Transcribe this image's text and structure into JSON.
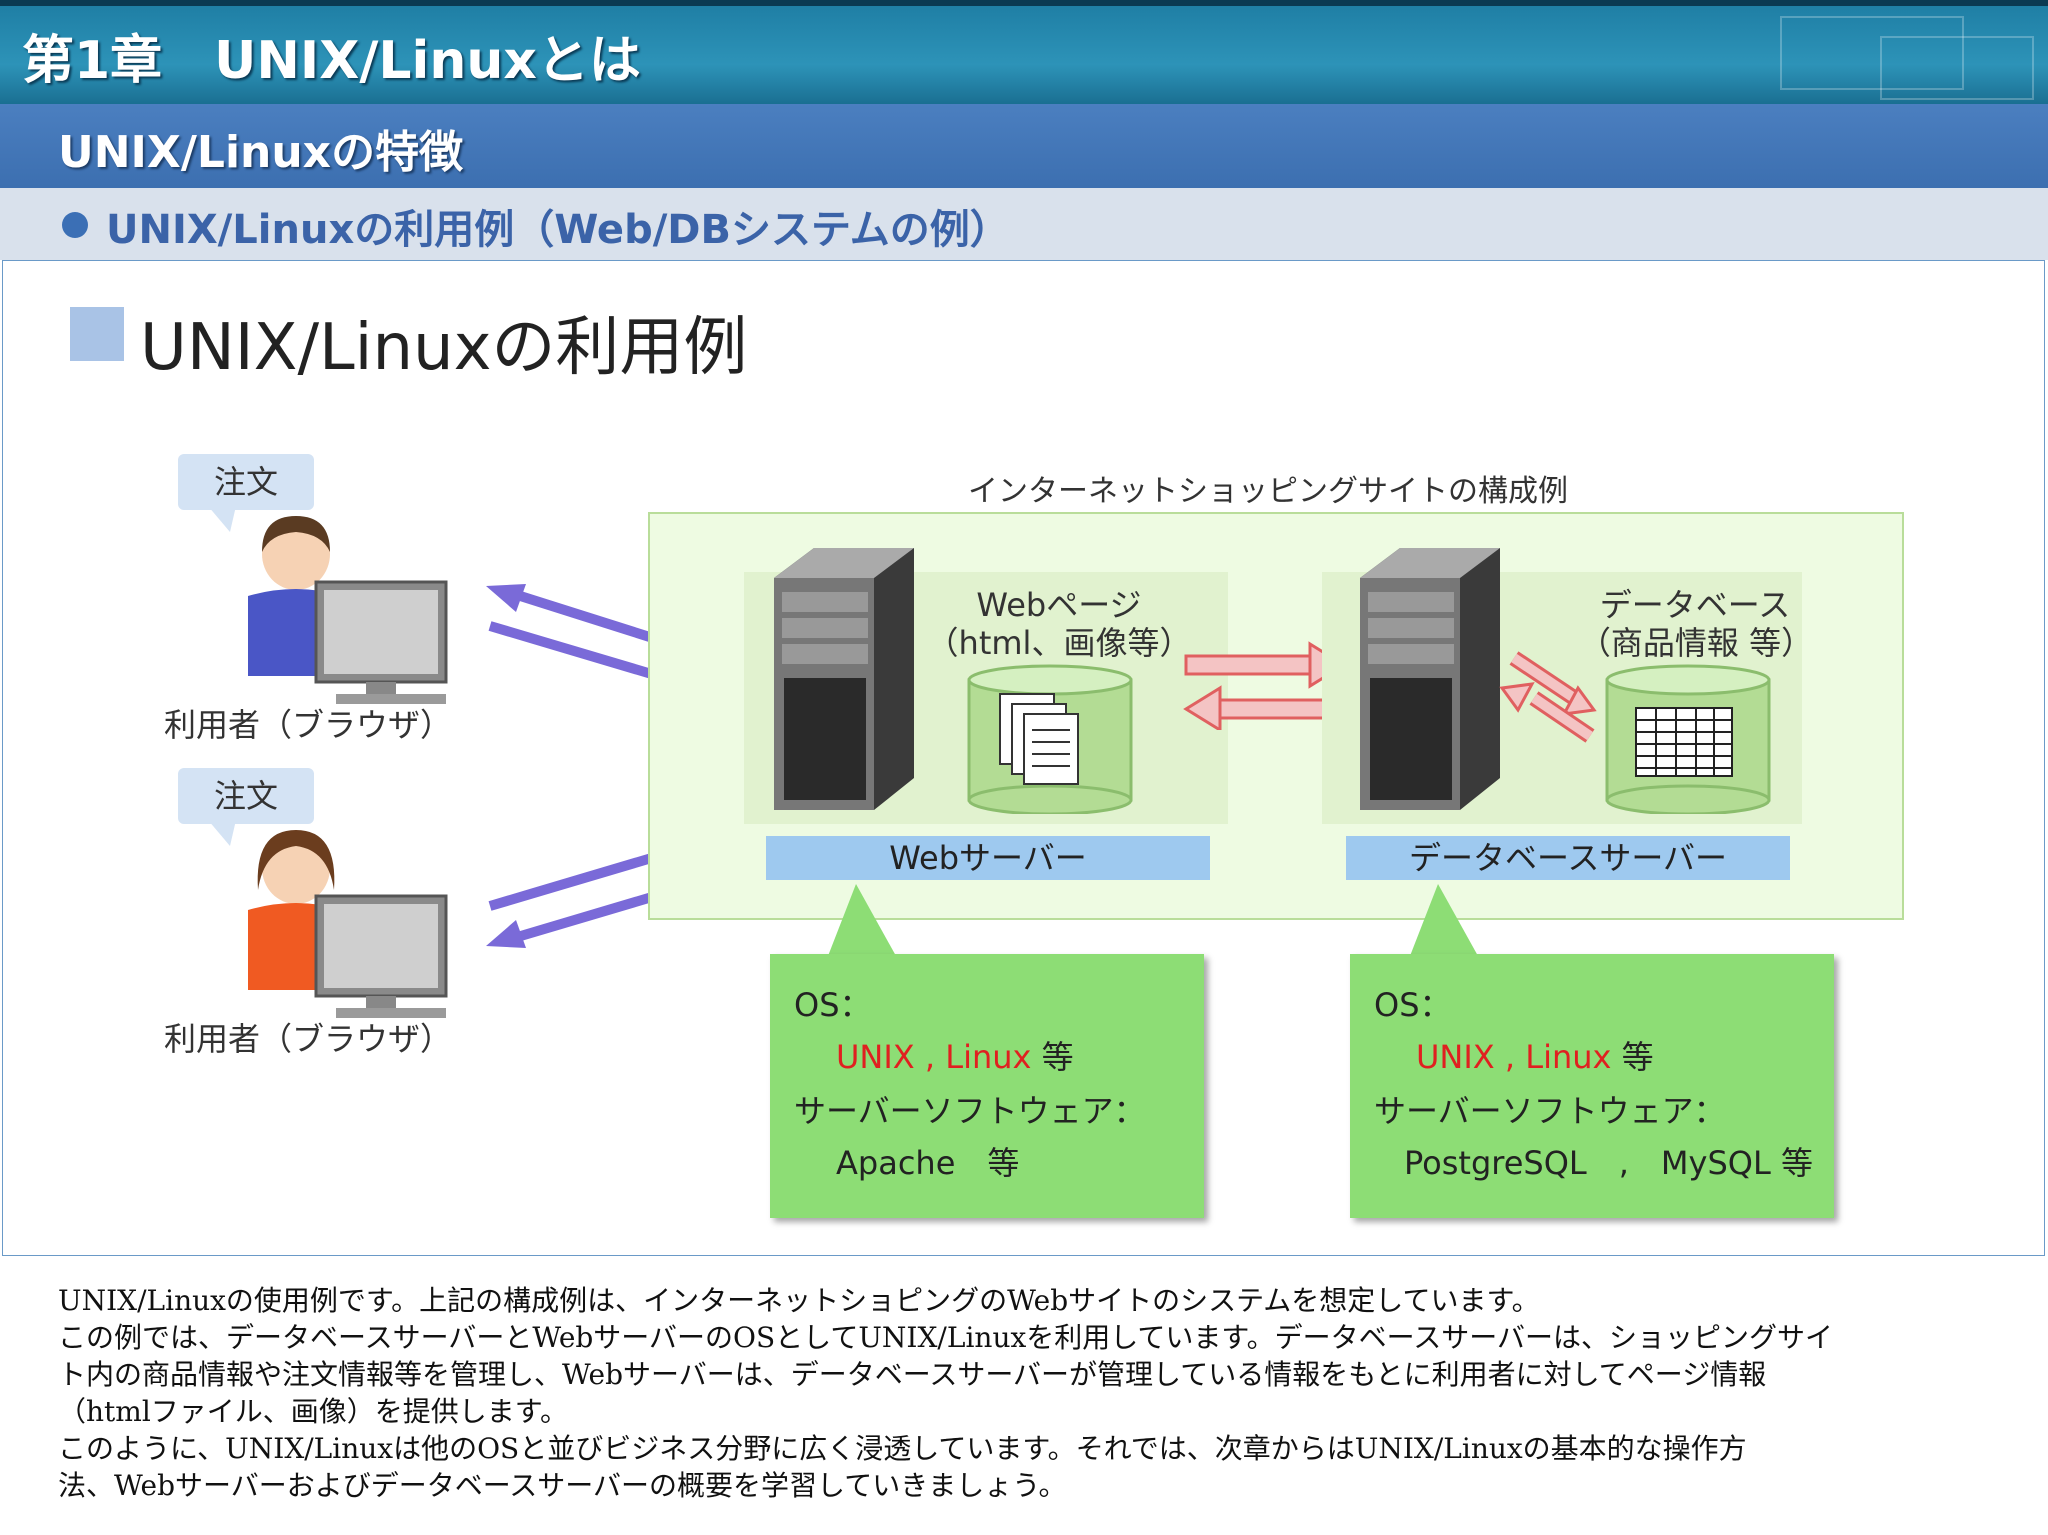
{
  "header": {
    "chapter": "第1章　UNIX/Linuxとは",
    "section": "UNIX/Linuxの特徴",
    "topic": "UNIX/Linuxの利用例（Web/DBシステムの例）"
  },
  "slide": {
    "heading": "UNIX/Linuxの利用例",
    "users": [
      {
        "bubble": "注文",
        "label": "利用者（ブラウザ）"
      },
      {
        "bubble": "注文",
        "label": "利用者（ブラウザ）"
      }
    ],
    "site_caption": "インターネットショッピングサイトの構成例",
    "web_server": {
      "content_title": "Webページ",
      "content_sub": "（html、画像等）",
      "label": "Webサーバー",
      "callout": {
        "os_label": "OS：",
        "os_unix": "UNIX",
        "os_sep": " , ",
        "os_linux": "Linux",
        "os_tail": " 等",
        "sw_label": "サーバーソフトウェア：",
        "sw_value": "Apache　等"
      }
    },
    "db_server": {
      "content_title": "データベース",
      "content_sub": "（商品情報 等）",
      "label": "データベースサーバー",
      "callout": {
        "os_label": "OS：",
        "os_unix": "UNIX",
        "os_sep": " , ",
        "os_linux": "Linux",
        "os_tail": " 等",
        "sw_label": "サーバーソフトウェア：",
        "sw_value": "PostgreSQL　,　MySQL 等"
      }
    }
  },
  "notes": [
    "UNIX/Linuxの使用例です。上記の構成例は、インターネットショピングのWebサイトのシステムを想定しています。",
    "この例では、データベースサーバーとWebサーバーのOSとしてUNIX/Linuxを利用しています。データベースサーバーは、ショッピングサイ",
    "ト内の商品情報や注文情報等を管理し、Webサーバーは、データベースサーバーが管理している情報をもとに利用者に対してページ情報",
    "（htmlファイル、画像）を提供します。",
    "このように、UNIX/Linuxは他のOSと並びビジネス分野に広く浸透しています。それでは、次章からはUNIX/Linuxの基本的な操作方",
    "法、Webサーバーおよびデータベースサーバーの概要を学習していきましょう。"
  ],
  "colors": {
    "chapter_bar": "#2d93b8",
    "section_bar": "#4477b8",
    "topic_bar": "#d9e1ec",
    "callout_green": "#8ddd75",
    "server_label_blue": "#9ec9ef",
    "os_highlight_red": "#e02020",
    "arrow_purple": "#7a6ad8",
    "arrow_red": "#e06060"
  }
}
